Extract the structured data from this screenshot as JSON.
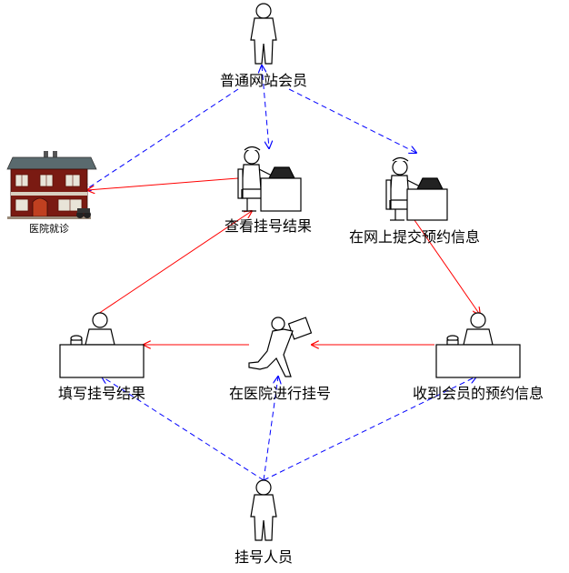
{
  "labels": {
    "member": "普通网站会员",
    "hospital": "医院就诊",
    "view_result": "查看挂号结果",
    "submit_online": "在网上提交预约信息",
    "fill_result": "填写挂号结果",
    "register_at_hospital": "在医院进行挂号",
    "receive_info": "收到会员的预约信息",
    "registrar": "挂号人员"
  },
  "colors": {
    "dashed_line": "#0000ff",
    "solid_line": "#ff0000",
    "house_wall": "#7a1a12",
    "house_roof": "#5a6a6e"
  }
}
